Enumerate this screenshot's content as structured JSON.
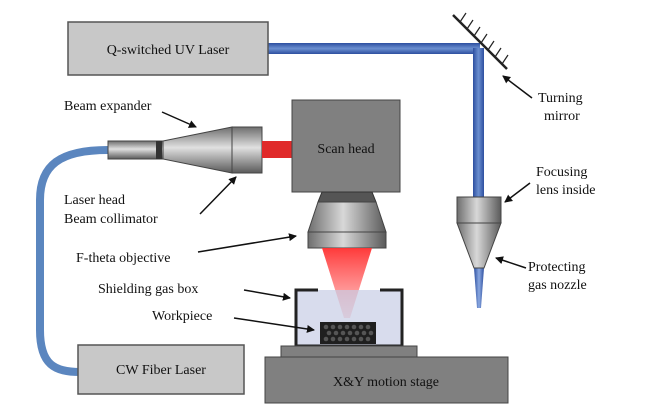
{
  "labels": {
    "uv_laser": "Q-switched UV Laser",
    "turning_mirror_1": "Turning",
    "turning_mirror_2": "mirror",
    "beam_expander": "Beam expander",
    "laser_head": "Laser head",
    "beam_collimator": "Beam collimator",
    "scan_head": "Scan head",
    "focusing_lens_1": "Focusing",
    "focusing_lens_2": "lens inside",
    "f_theta": "F-theta objective",
    "protecting_nozzle_1": "Protecting",
    "protecting_nozzle_2": "gas nozzle",
    "shielding_gas_box": "Shielding gas box",
    "workpiece": "Workpiece",
    "cw_fiber_laser": "CW Fiber Laser",
    "xy_stage": "X&Y motion stage"
  },
  "colors": {
    "uv_beam": "#3a5fae",
    "red_beam": "#e02a2a",
    "fiber_cable": "#5b86bf",
    "box_fill": "#c8c8c8",
    "dark_gray": "#808080",
    "box_stroke": "#555555"
  }
}
